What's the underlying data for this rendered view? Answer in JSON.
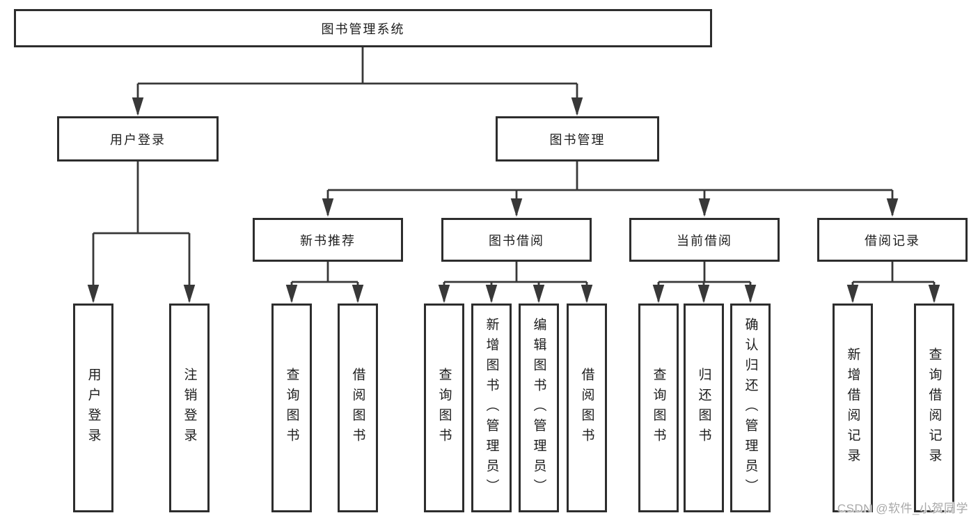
{
  "diagram": {
    "root": {
      "label": "图书管理系统"
    },
    "user_login": {
      "label": "用户登录",
      "leaves": [
        {
          "label": "用户登录"
        },
        {
          "label": "注销登录"
        }
      ]
    },
    "book_mgmt": {
      "label": "图书管理",
      "sections": [
        {
          "label": "新书推荐",
          "leaves": [
            {
              "label": "查询图书"
            },
            {
              "label": "借阅图书"
            }
          ]
        },
        {
          "label": "图书借阅",
          "leaves": [
            {
              "label": "查询图书"
            },
            {
              "label": "新增图书（管理员）"
            },
            {
              "label": "编辑图书（管理员）"
            },
            {
              "label": "借阅图书"
            }
          ]
        },
        {
          "label": "当前借阅",
          "leaves": [
            {
              "label": "查询图书"
            },
            {
              "label": "归还图书"
            },
            {
              "label": "确认归还（管理员）"
            }
          ]
        },
        {
          "label": "借阅记录",
          "leaves": [
            {
              "label": "新增借阅记录"
            },
            {
              "label": "查询借阅记录"
            }
          ]
        }
      ]
    }
  },
  "watermark": {
    "text": "CSDN @软件_小贺同学"
  },
  "colors": {
    "background": "#ffffff",
    "line": "#383838",
    "box_border": "#2d2d2d",
    "text": "#1d1d1d",
    "watermark_text": "#a9a9a9"
  }
}
